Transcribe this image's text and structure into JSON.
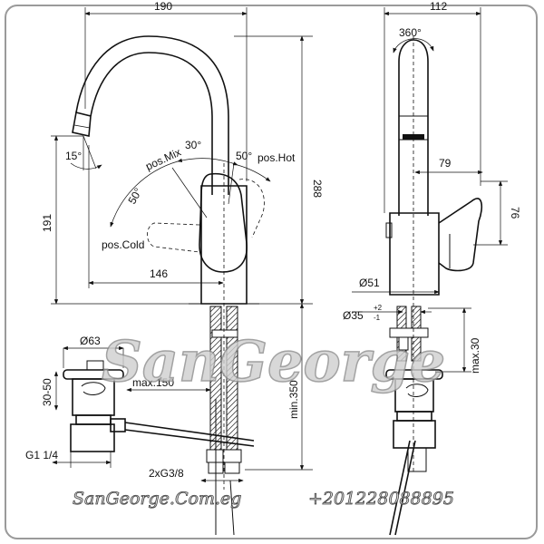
{
  "dimensions": {
    "width_190": "190",
    "depth_112": "112",
    "rotation": "360°",
    "angle_15": "15°",
    "pos_mix": "pos.Mix",
    "angle_30": "30°",
    "angle_50_hot": "50°",
    "pos_hot": "pos.Hot",
    "angle_50_cold": "50°",
    "pos_cold": "pos.Cold",
    "height_191": "191",
    "height_288": "288",
    "reach_146": "146",
    "lever_79": "79",
    "lever_76": "76",
    "base_d51": "Ø51",
    "hole_d35": "Ø35",
    "hole_tol_plus": "+2",
    "hole_tol_minus": "-1",
    "max_30": "max.30",
    "min_350": "min.350",
    "waste_d63": "Ø63",
    "waste_30_50": "30-50",
    "max_150": "max.150",
    "thread_g1": "G1 1/4",
    "hoses": "2xG3/8"
  },
  "watermark": "SanGeorge",
  "footer": {
    "website": "SanGeorge.Com.eg",
    "phone": "+201228088895"
  }
}
